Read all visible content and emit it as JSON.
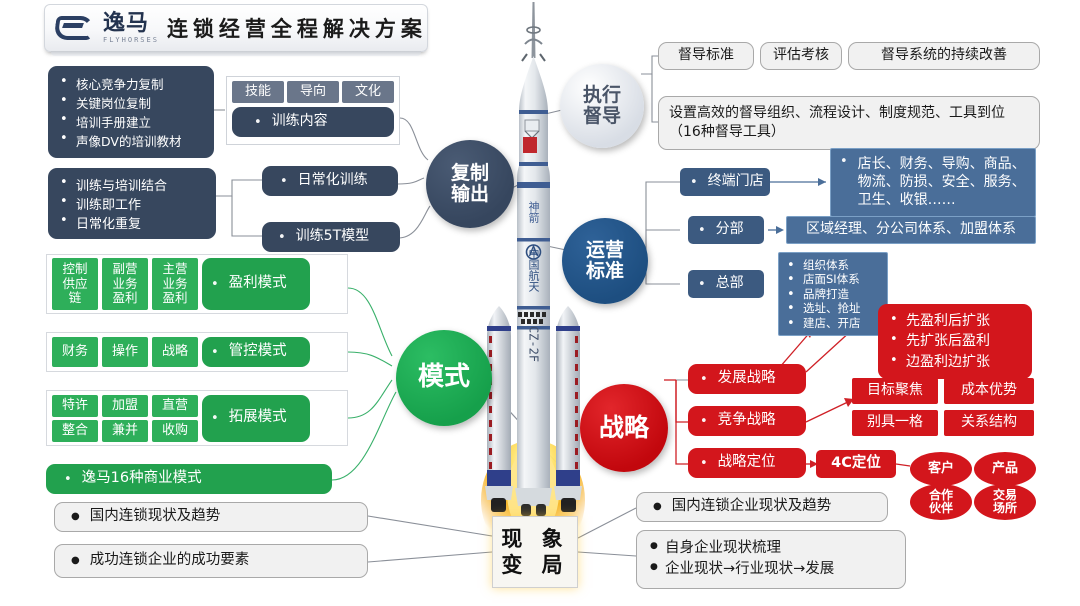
{
  "header": {
    "brand_zh": "逸马",
    "brand_sub": "FLYHORSES",
    "title": "连锁经营全程解决方案"
  },
  "hubs": {
    "fuzhi": "复制\n输出",
    "fuzhi_l1": "复制",
    "fuzhi_l2": "输出",
    "zhixing_l1": "执行",
    "zhixing_l2": "督导",
    "yunying_l1": "运营",
    "yunying_l2": "标准",
    "moshi": "模式",
    "zhanlue": "战略",
    "xianxiang_l1": "现 象",
    "xianxiang_l2": "变 局"
  },
  "replication": {
    "core_points": [
      "核心竞争力复制",
      "关键岗位复制",
      "培训手册建立",
      "声像DV的培训教材"
    ],
    "training_tags": [
      "技能",
      "导向",
      "文化"
    ],
    "training_content": "训练内容",
    "practice_points": [
      "训练与培训结合",
      "训练即工作",
      "日常化重复"
    ],
    "daily_training": "日常化训练",
    "model_5t": "训练5T模型"
  },
  "supervision": {
    "items": [
      "督导标准",
      "评估考核",
      "督导系统的持续改善"
    ],
    "detail": "设置高效的督导组织、流程设计、制度规范、工具到位（16种督导工具）"
  },
  "operations": {
    "rows": [
      {
        "label": "终端门店",
        "detail": "店长、财务、导购、商品、物流、防损、安全、服务、卫生、收银……"
      },
      {
        "label": "分部",
        "detail": "区域经理、分公司体系、加盟体系"
      },
      {
        "label": "总部",
        "detail_list": [
          "组织体系",
          "店面SI体系",
          "品牌打造",
          "选址、抢址",
          "建店、开店"
        ]
      }
    ]
  },
  "expansion_note": {
    "items": [
      "先盈利后扩张",
      "先扩张后盈利",
      "边盈利边扩张"
    ]
  },
  "modes": {
    "profit": {
      "tags": [
        "控制\n供应\n链",
        "副营\n业务\n盈利",
        "主营\n业务\n盈利"
      ],
      "label": "盈利模式"
    },
    "control": {
      "tags": [
        "财务",
        "操作",
        "战略"
      ],
      "label": "管控模式"
    },
    "growth": {
      "tags": [
        [
          "特许",
          "整合"
        ],
        [
          "加盟",
          "兼并"
        ],
        [
          "直营",
          "收购"
        ]
      ],
      "label": "拓展模式"
    },
    "summary": "逸马16种商业模式"
  },
  "strategy": {
    "rows": [
      "发展战略",
      "竞争战略",
      "战略定位"
    ],
    "competitive": [
      "目标聚焦",
      "成本优势",
      "别具一格",
      "关系结构"
    ],
    "positioning_4c": "4C定位",
    "four_c": [
      "客户",
      "产品",
      "合作\n伙伴",
      "交易\n场所"
    ],
    "four_c_flat": [
      "客户",
      "产品",
      "合作伙伴",
      "交易场所"
    ]
  },
  "phenomenon": {
    "left": [
      "国内连锁现状及趋势",
      "成功连锁企业的成功要素"
    ],
    "right_single": "国内连锁企业现状及趋势",
    "right_list": [
      "自身企业现状梳理",
      "企业现状→行业现状→发展"
    ]
  },
  "rocket": {
    "labels": [
      "神箭",
      "中国航天",
      "CZ-2F"
    ],
    "alt": "长征二号F运载火箭"
  },
  "colors": {
    "navy": "#37475e",
    "steel": "#4a6e99",
    "green": "#22a14e",
    "red": "#d3161c",
    "grey": "#f1f1f1"
  }
}
